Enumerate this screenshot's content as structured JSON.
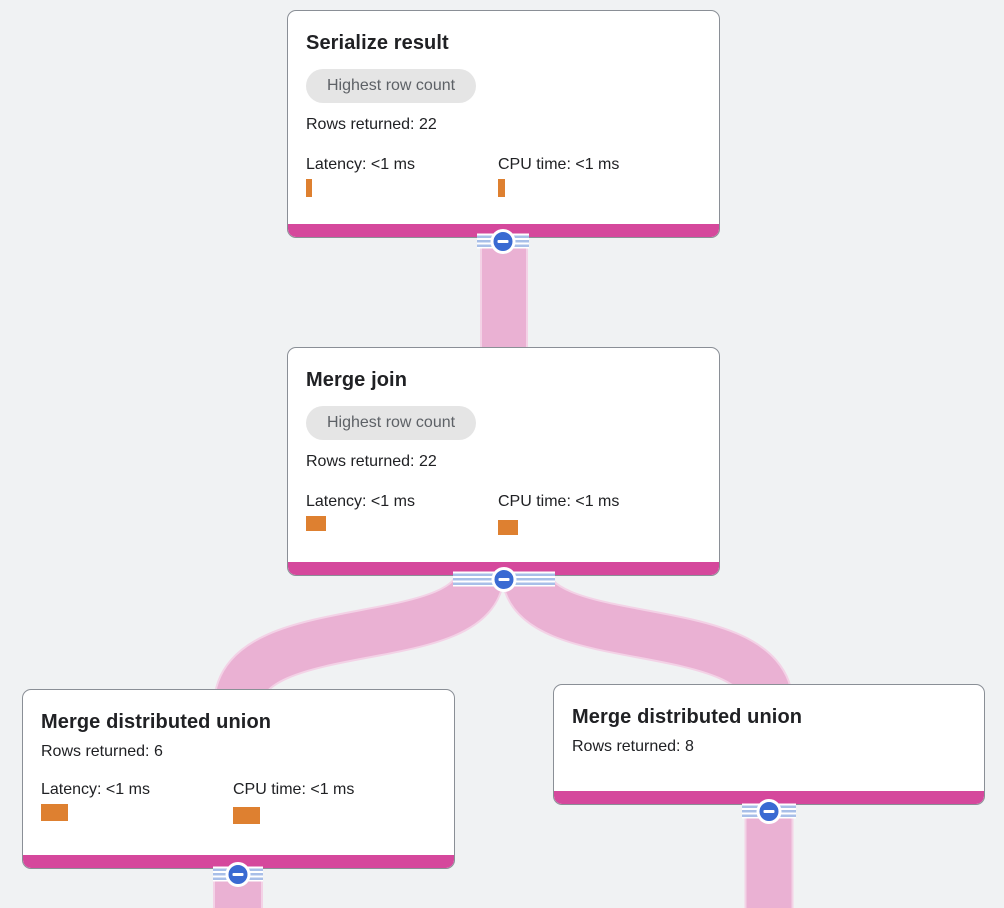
{
  "page": {
    "background_color": "#f0f2f3",
    "description": "Query execution plan graph"
  },
  "colors": {
    "node_accent_bar": "#d5489c",
    "flow_ribbon": "#eab1d3",
    "flow_ribbon_edge": "#f3d2e6",
    "collapse_button_blue": "#3a6ad2",
    "hatch_stripe_blue": "#a8bfe8",
    "metric_bar_orange": "#de8030",
    "badge_background": "#e5e5e5",
    "badge_text": "#5d6166",
    "node_border": "#8a8f96",
    "text": "#202124"
  },
  "icons": {
    "collapse": "minus-icon"
  },
  "nodes": [
    {
      "title": "Serialize result",
      "badge": "Highest row count",
      "rows_returned": "Rows returned: 22",
      "latency_label": "Latency: <1 ms",
      "cpu_label": "CPU time: <1 ms"
    },
    {
      "title": "Merge join",
      "badge": "Highest row count",
      "rows_returned": "Rows returned: 22",
      "latency_label": "Latency: <1 ms",
      "cpu_label": "CPU time: <1 ms"
    },
    {
      "title": "Merge distributed union",
      "rows_returned": "Rows returned: 6",
      "latency_label": "Latency: <1 ms",
      "cpu_label": "CPU time: <1 ms"
    },
    {
      "title": "Merge distributed union",
      "rows_returned": "Rows returned: 8"
    }
  ]
}
